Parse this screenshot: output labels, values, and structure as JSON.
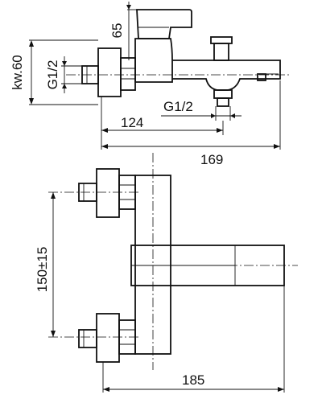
{
  "dimensions": {
    "top_height": "65",
    "wall_distance": "kw.60",
    "inlet_thread": "G1/2",
    "outlet_thread": "G1/2",
    "spout_reach": "124",
    "total_depth": "169",
    "inlet_spacing": "150±15",
    "total_width": "185"
  }
}
